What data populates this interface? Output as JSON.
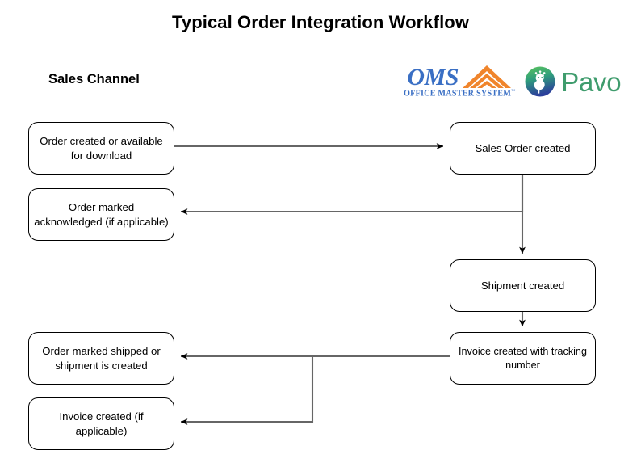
{
  "title": "Typical Order Integration Workflow",
  "section": {
    "sales_channel_label": "Sales Channel"
  },
  "logo": {
    "oms_word": "OMS",
    "oms_subtitle": "OFFICE MASTER SYSTEM",
    "oms_trademark": "™",
    "pavo_word": "Pavo",
    "oms_color": "#3a6fc4",
    "chevron_color": "#f0852c",
    "pavo_color": "#3f9c6d",
    "peacock_top_color": "#4caf50",
    "peacock_bottom_color": "#2b4a9b"
  },
  "nodes": {
    "order_created": "Order created or available for download",
    "order_acknowledged": "Order marked acknowledged (if applicable)",
    "sales_order_created": "Sales Order created",
    "shipment_created": "Shipment created",
    "invoice_tracking": "Invoice created with tracking number",
    "order_shipped": "Order marked shipped or shipment is created",
    "invoice_created": "Invoice created (if applicable)"
  },
  "node_lines": {
    "order_created": [
      "Order created or available",
      "for download"
    ],
    "order_acknowledged": [
      "Order marked",
      "acknowledged (if applicable)"
    ],
    "sales_order_created": [
      "Sales Order created"
    ],
    "shipment_created": [
      "Shipment created"
    ],
    "invoice_tracking": [
      "Invoice created with tracking",
      "number"
    ],
    "order_shipped": [
      "Order marked shipped or",
      "shipment is created"
    ],
    "invoice_created": [
      "Invoice created (if",
      "applicable)"
    ]
  },
  "edges": [
    {
      "name": "order-created-to-sales-order",
      "from": "order_created",
      "to": "sales_order_created",
      "direction": "right"
    },
    {
      "name": "sales-order-to-order-acknowledged",
      "from": "sales_order_created",
      "to": "order_acknowledged",
      "direction": "left"
    },
    {
      "name": "sales-order-to-shipment",
      "from": "sales_order_created",
      "to": "shipment_created",
      "direction": "down"
    },
    {
      "name": "shipment-to-invoice-tracking",
      "from": "shipment_created",
      "to": "invoice_tracking",
      "direction": "down"
    },
    {
      "name": "invoice-tracking-to-order-shipped",
      "from": "invoice_tracking",
      "to": "order_shipped",
      "direction": "left"
    },
    {
      "name": "invoice-tracking-to-invoice-created",
      "from": "invoice_tracking",
      "to": "invoice_created",
      "direction": "left-down"
    }
  ],
  "style": {
    "line_color": "#666666",
    "arrow_color": "#000000",
    "box_border_color": "#000000",
    "background": "#ffffff"
  }
}
